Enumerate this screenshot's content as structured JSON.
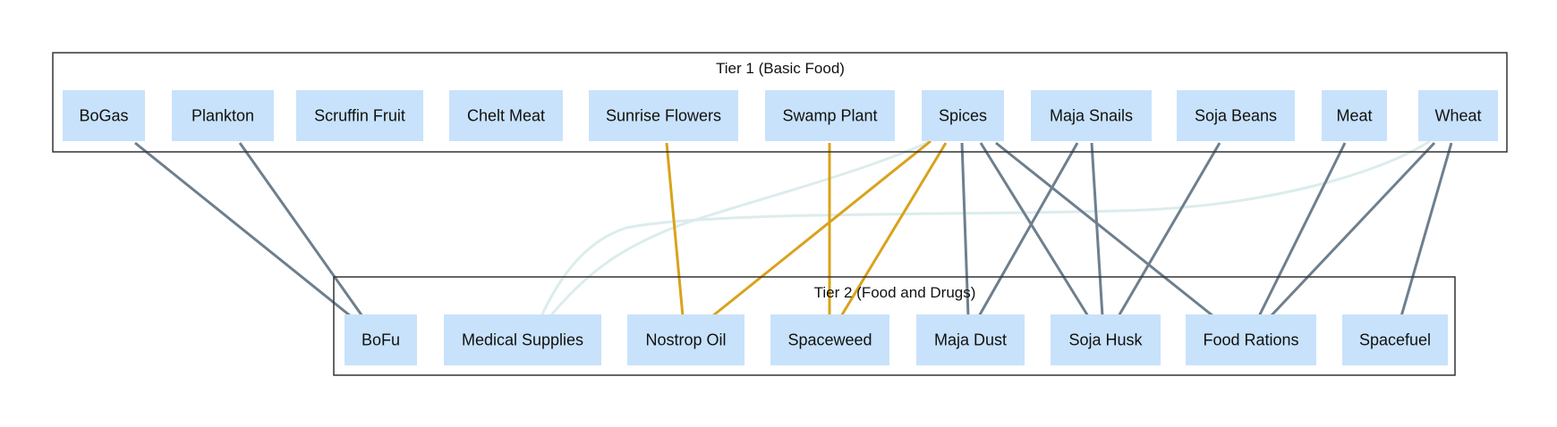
{
  "colors": {
    "node_fill": "#c8e2fb",
    "cluster_border": "#333333",
    "edge_default": "#6e7f8e",
    "edge_highlight": "#d9a21b",
    "edge_faint": "#dcecec"
  },
  "clusters": [
    {
      "id": "tier1",
      "label": "Tier 1 (Basic Food)"
    },
    {
      "id": "tier2",
      "label": "Tier 2 (Food and Drugs)"
    }
  ],
  "tier1_nodes": [
    {
      "id": "bogas",
      "label": "BoGas"
    },
    {
      "id": "plankton",
      "label": "Plankton"
    },
    {
      "id": "scruffin",
      "label": "Scruffin Fruit"
    },
    {
      "id": "chelt",
      "label": "Chelt Meat"
    },
    {
      "id": "sunrise",
      "label": "Sunrise Flowers"
    },
    {
      "id": "swamp",
      "label": "Swamp Plant"
    },
    {
      "id": "spices",
      "label": "Spices"
    },
    {
      "id": "majasnails",
      "label": "Maja Snails"
    },
    {
      "id": "sojabeans",
      "label": "Soja Beans"
    },
    {
      "id": "meat",
      "label": "Meat"
    },
    {
      "id": "wheat",
      "label": "Wheat"
    }
  ],
  "tier2_nodes": [
    {
      "id": "bofu",
      "label": "BoFu"
    },
    {
      "id": "medical",
      "label": "Medical Supplies"
    },
    {
      "id": "nostrop",
      "label": "Nostrop Oil"
    },
    {
      "id": "spaceweed",
      "label": "Spaceweed"
    },
    {
      "id": "majadust",
      "label": "Maja Dust"
    },
    {
      "id": "sojahusk",
      "label": "Soja Husk"
    },
    {
      "id": "foodrations",
      "label": "Food Rations"
    },
    {
      "id": "spacefuel",
      "label": "Spacefuel"
    }
  ],
  "edges": [
    {
      "from": "bogas",
      "to": "bofu",
      "style": "default"
    },
    {
      "from": "plankton",
      "to": "bofu",
      "style": "default"
    },
    {
      "from": "sunrise",
      "to": "nostrop",
      "style": "highlight"
    },
    {
      "from": "swamp",
      "to": "spaceweed",
      "style": "highlight"
    },
    {
      "from": "spices",
      "to": "medical",
      "style": "faint"
    },
    {
      "from": "spices",
      "to": "nostrop",
      "style": "highlight"
    },
    {
      "from": "spices",
      "to": "spaceweed",
      "style": "highlight"
    },
    {
      "from": "spices",
      "to": "majadust",
      "style": "default"
    },
    {
      "from": "spices",
      "to": "sojahusk",
      "style": "default"
    },
    {
      "from": "spices",
      "to": "foodrations",
      "style": "default"
    },
    {
      "from": "majasnails",
      "to": "majadust",
      "style": "default"
    },
    {
      "from": "majasnails",
      "to": "sojahusk",
      "style": "default"
    },
    {
      "from": "sojabeans",
      "to": "sojahusk",
      "style": "default"
    },
    {
      "from": "meat",
      "to": "foodrations",
      "style": "default"
    },
    {
      "from": "wheat",
      "to": "medical",
      "style": "faint"
    },
    {
      "from": "wheat",
      "to": "foodrations",
      "style": "default"
    },
    {
      "from": "wheat",
      "to": "spacefuel",
      "style": "default"
    }
  ]
}
